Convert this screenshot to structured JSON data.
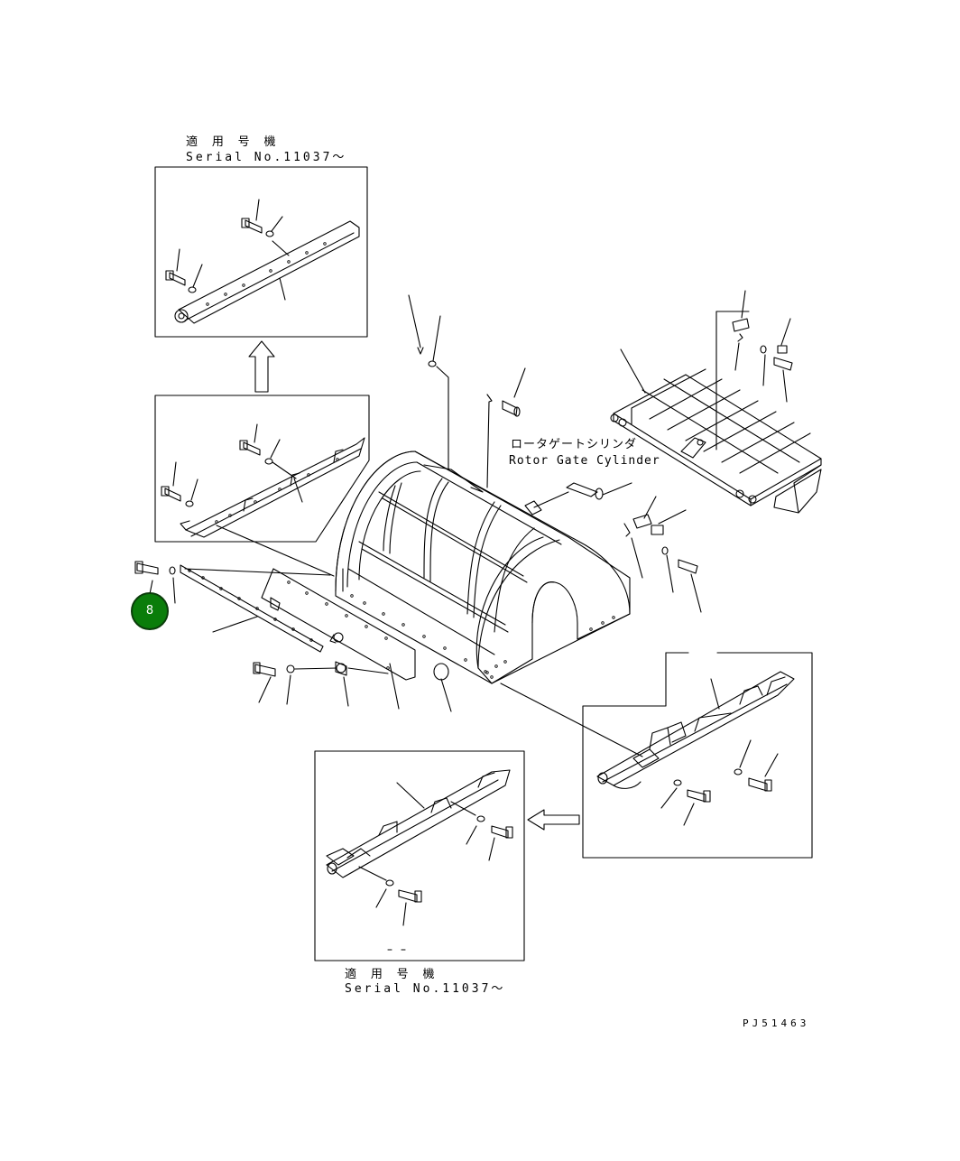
{
  "top_inset": {
    "caption_jp": "適 用 号 機",
    "caption_serial": "Serial No.11037〜"
  },
  "bottom_inset": {
    "caption_jp": "適 用 号 機",
    "caption_serial": "Serial No.11037〜"
  },
  "cylinder_label": {
    "jp": "ロータゲートシリンダ",
    "en": "Rotor Gate Cylinder"
  },
  "callout": {
    "number": "8",
    "color": "#0a7d0a"
  },
  "drawing_id": "PJ51463"
}
